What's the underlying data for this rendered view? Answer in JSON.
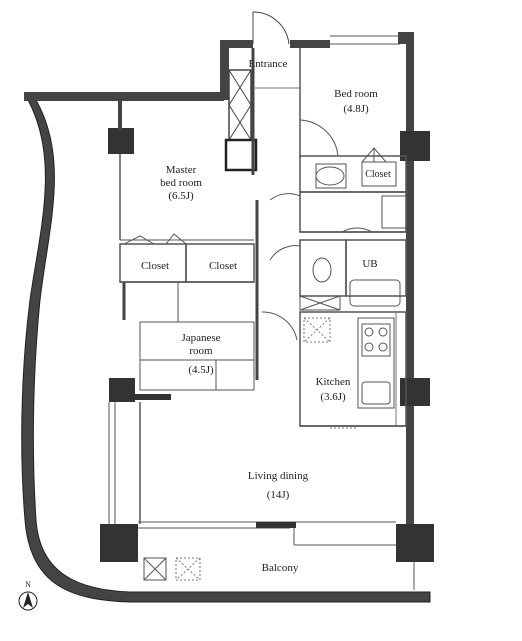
{
  "rooms": {
    "entrance": {
      "name": "Entrance"
    },
    "bedroom": {
      "name": "Bed room",
      "size": "(4.8J)"
    },
    "master_bedroom": {
      "name_line1": "Master",
      "name_line2": "bed room",
      "size": "(6.5J)"
    },
    "closet_right": {
      "name": "Closet"
    },
    "closet_left_a": {
      "name": "Closet"
    },
    "closet_left_b": {
      "name": "Closet"
    },
    "unit_bath": {
      "name": "UB"
    },
    "japanese_room": {
      "name_line1": "Japanese",
      "name_line2": "room",
      "size": "(4.5J)"
    },
    "kitchen": {
      "name": "Kitchen",
      "size": "(3.6J)"
    },
    "living_dining": {
      "name": "Living dining",
      "size": "(14J)"
    },
    "balcony": {
      "name": "Balcony"
    }
  },
  "compass": {
    "label": "N"
  }
}
